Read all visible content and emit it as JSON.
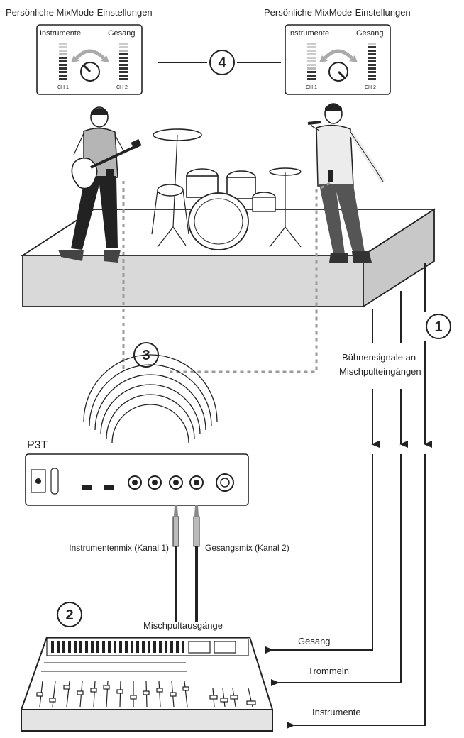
{
  "mixmode_left": {
    "title": "Persönliche MixMode-Einstellungen",
    "left_label": "Instrumente",
    "right_label": "Gesang",
    "ch1": "CH 1",
    "ch2": "CH 2"
  },
  "mixmode_right": {
    "title": "Persönliche MixMode-Einstellungen",
    "left_label": "Instrumente",
    "right_label": "Gesang",
    "ch1": "CH 1",
    "ch2": "CH 2"
  },
  "steps": {
    "s1": "1",
    "s2": "2",
    "s3": "3",
    "s4": "4"
  },
  "stage_signals": {
    "line1": "Bühnensignale an",
    "line2": "Mischpulteingängen"
  },
  "transmitter": {
    "name": "P3T"
  },
  "cables": {
    "instrument_mix": "Instrumentenmix (Kanal 1)",
    "vocal_mix": "Gesangsmix (Kanal 2)"
  },
  "mixer": {
    "outputs_label": "Mischpultausgänge"
  },
  "inputs": {
    "vocals": "Gesang",
    "drums": "Trommeln",
    "instruments": "Instrumente"
  },
  "colors": {
    "ink": "#222222",
    "grey": "#d9d9d9",
    "dotted": "#9a9a9a"
  }
}
